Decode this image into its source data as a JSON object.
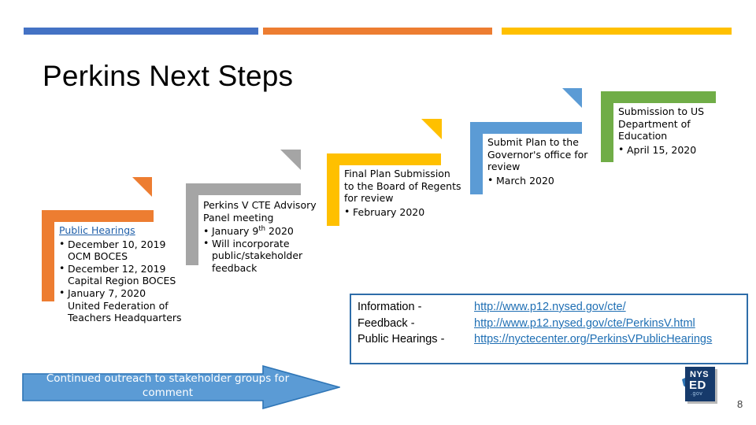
{
  "slide": {
    "title": "Perkins Next Steps",
    "page_number": "8"
  },
  "accent_bars": [
    {
      "name": "blue-bar",
      "color": "#4472C4"
    },
    {
      "name": "orange-bar",
      "color": "#ED7D31"
    },
    {
      "name": "yellow-bar",
      "color": "#FFC000"
    }
  ],
  "stages": [
    {
      "id": "public-hearings",
      "color": "#ED7D31",
      "heading": "Public Hearings",
      "heading_is_link": true,
      "bullets": [
        {
          "main": "December 10, 2019",
          "sub": "OCM BOCES"
        },
        {
          "main": "December 12, 2019",
          "sub": "Capital Region BOCES"
        },
        {
          "main": "January 7, 2020",
          "sub": "United Federation of Teachers Headquarters"
        }
      ]
    },
    {
      "id": "advisory-panel",
      "color": "#A5A5A5",
      "heading": "Perkins V CTE Advisory Panel meeting",
      "heading_is_link": false,
      "bullets": [
        {
          "main": "January 9th 2020",
          "main_pre": "January 9",
          "main_sup": "th",
          "main_post": " 2020",
          "sub": ""
        },
        {
          "main": "Will incorporate public/stakeholder feedback",
          "sub": ""
        }
      ]
    },
    {
      "id": "board-of-regents",
      "color": "#FFC000",
      "heading": "Final Plan Submission to the Board of Regents for review",
      "heading_is_link": false,
      "bullets": [
        {
          "main": "February 2020",
          "sub": ""
        }
      ]
    },
    {
      "id": "governors-office",
      "color": "#5B9BD5",
      "heading": "Submit Plan to the Governor's office for review",
      "heading_is_link": false,
      "bullets": [
        {
          "main": "March 2020",
          "sub": ""
        }
      ]
    },
    {
      "id": "us-dept-education",
      "color": "#70AD47",
      "heading": "Submission to US Department of Education",
      "heading_is_link": false,
      "bullets": [
        {
          "main": "April 15, 2020",
          "sub": ""
        }
      ]
    }
  ],
  "info_box": {
    "border_color": "#2E6DA9",
    "link_color": "#1F6FB4",
    "rows": [
      {
        "label": "Information -",
        "link": "http://www.p12.nysed.gov/cte/"
      },
      {
        "label": "Feedback -",
        "link": "http://www.p12.nysed.gov/cte/PerkinsV.html"
      },
      {
        "label": "Public Hearings -",
        "link": "https://nyctecenter.org/PerkinsVPublicHearings"
      }
    ]
  },
  "banner": {
    "text": "Continued outreach to stakeholder groups for comment",
    "fill": "#5B9BD5",
    "stroke": "#2E75B6"
  },
  "logo": {
    "line1": "NYS",
    "line2": "ED",
    "line3": ".gov",
    "plate_color": "#163A6B",
    "state_color": "#2E75B6"
  }
}
